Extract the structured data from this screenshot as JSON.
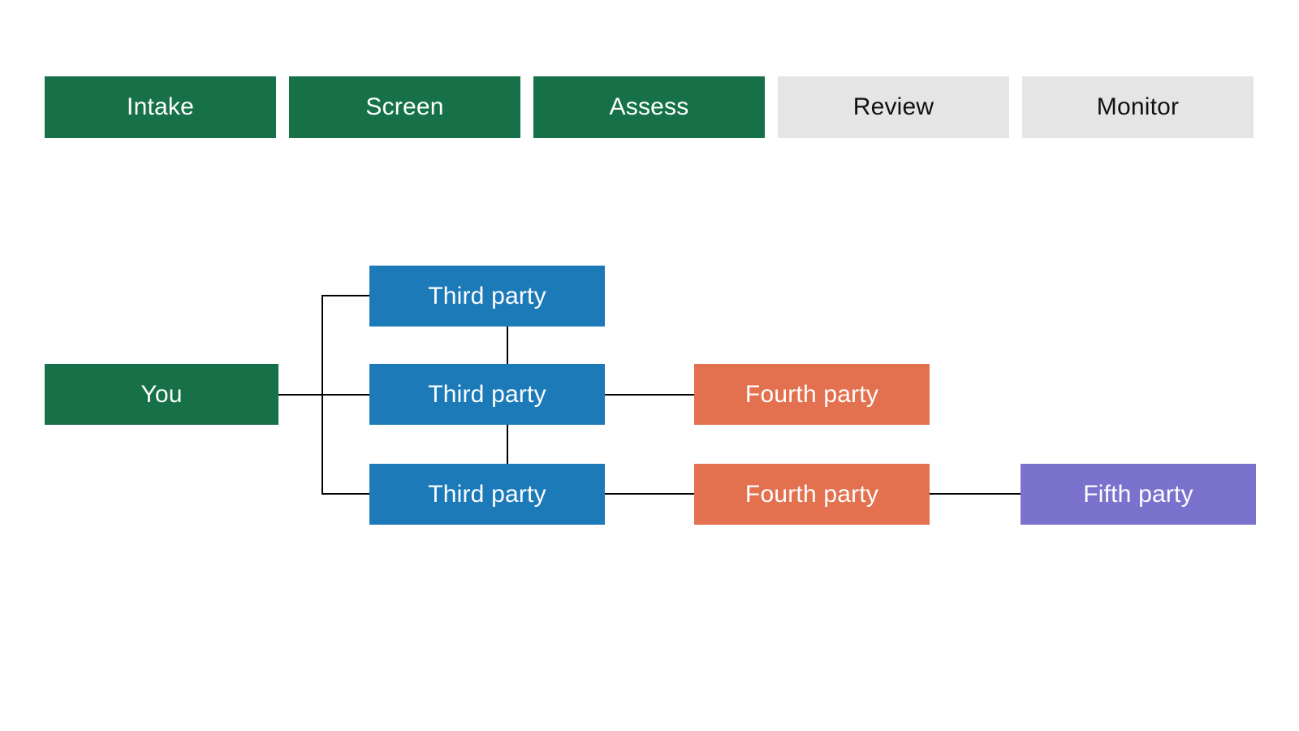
{
  "stages": {
    "items": [
      {
        "label": "Intake",
        "state": "active"
      },
      {
        "label": "Screen",
        "state": "active"
      },
      {
        "label": "Assess",
        "state": "active"
      },
      {
        "label": "Review",
        "state": "inactive"
      },
      {
        "label": "Monitor",
        "state": "inactive"
      }
    ]
  },
  "tree": {
    "nodes": [
      {
        "id": "you",
        "label": "You",
        "level": "you"
      },
      {
        "id": "third-1",
        "label": "Third party",
        "level": "third"
      },
      {
        "id": "third-2",
        "label": "Third party",
        "level": "third"
      },
      {
        "id": "third-3",
        "label": "Third party",
        "level": "third"
      },
      {
        "id": "fourth-2",
        "label": "Fourth party",
        "level": "fourth"
      },
      {
        "id": "fourth-3",
        "label": "Fourth party",
        "level": "fourth"
      },
      {
        "id": "fifth-3",
        "label": "Fifth party",
        "level": "fifth"
      }
    ],
    "edges": [
      "you - third-1",
      "you - third-2",
      "you - third-3",
      "third-1 - third-2",
      "third-2 - third-3",
      "third-2 - fourth-2",
      "third-3 - fourth-3",
      "fourth-3 - fifth-3"
    ]
  },
  "colors": {
    "stage_active_green": "#177148",
    "stage_inactive_gray": "#e5e5e5",
    "node_blue": "#1c7ab9",
    "node_orange": "#e3704e",
    "node_purple": "#7b72ce",
    "connector_black": "#000000",
    "background": "#ffffff"
  }
}
